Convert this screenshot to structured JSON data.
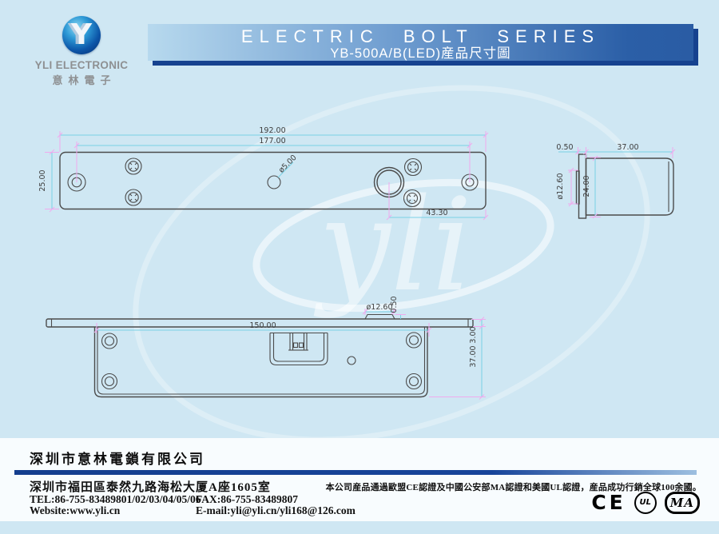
{
  "logo": {
    "monogram": "Y",
    "company_en": "YLI ELECTRONIC",
    "company_cn": "意林電子"
  },
  "banner": {
    "title": "ELECTRIC BOLT SERIES",
    "subtitle": "YB-500A/B(LED)産品尺寸圖"
  },
  "watermark": {
    "script": "yli"
  },
  "views": {
    "top": {
      "dims": {
        "total_length": "192.00",
        "hole_spacing": "177.00",
        "plate_height": "25.00",
        "small_hole_dia": "ø5.00",
        "bolt_offset": "43.30"
      }
    },
    "end": {
      "dims": {
        "plate_thickness": "0.50",
        "body_width": "37.00",
        "bolt_dia": "ø12.60",
        "body_height": "24.00"
      }
    },
    "side": {
      "dims": {
        "body_length": "150.00",
        "bolt_dia": "ø12.60",
        "bolt_protrusion": "0.50",
        "plate_thickness": "3.00",
        "body_height": "37.00"
      }
    }
  },
  "footer": {
    "company_name": "深圳市意林電鎖有限公司",
    "address": "深圳市福田區泰然九路海松大厦A座1605室",
    "tel": "TEL:86-755-83489801/02/03/04/05/06",
    "fax": "FAX:86-755-83489807",
    "website": "Website:www.yli.cn",
    "email": "E-mail:yli@yli.cn/yli168@126.com",
    "cert_note": "本公司産品通過歐盟CE認證及中國公安部MA認證和美國UL認證，産品成功行銷全球100余國。",
    "certs": {
      "ce": "CE",
      "ul": "UL",
      "ma": "MA"
    }
  },
  "colors": {
    "background": "#cfe7f3",
    "banner_dark": "#2b5fa7",
    "accent_navy": "#16428f",
    "dimension_line": "#79d2e6",
    "extension_line": "#f0aaee"
  }
}
